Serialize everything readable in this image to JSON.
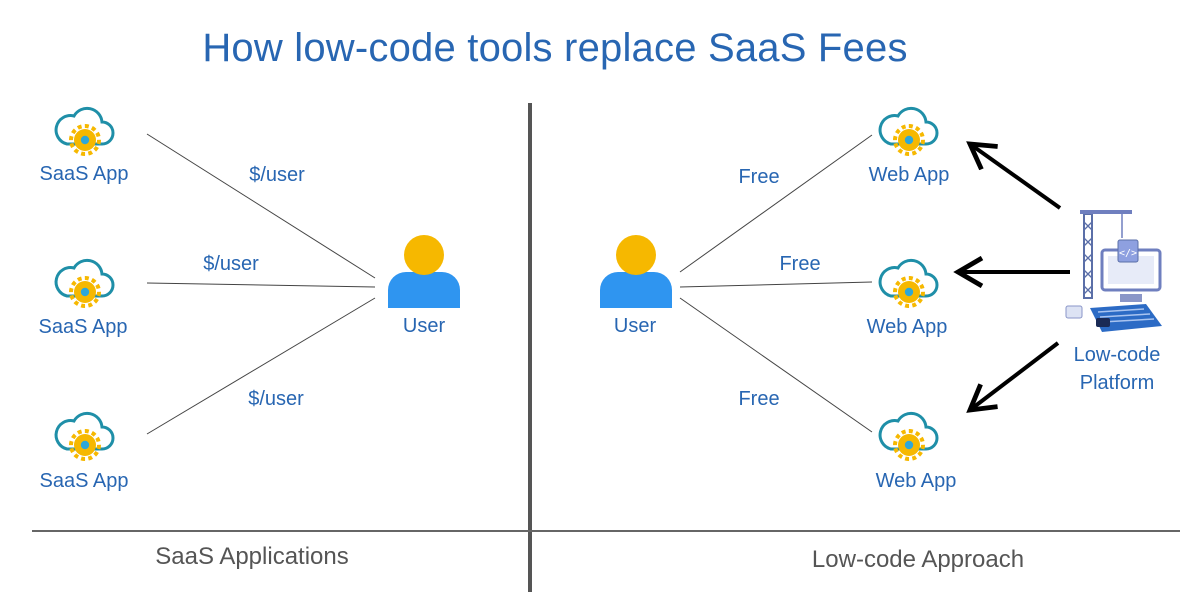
{
  "title": "How low-code tools replace SaaS Fees",
  "left": {
    "apps": [
      {
        "label": "SaaS App"
      },
      {
        "label": "SaaS App"
      },
      {
        "label": "SaaS App"
      }
    ],
    "edge_labels": [
      "$/user",
      "$/user",
      "$/user"
    ],
    "user_label": "User",
    "section_label": "SaaS Applications"
  },
  "right": {
    "user_label": "User",
    "edge_labels": [
      "Free",
      "Free",
      "Free"
    ],
    "apps": [
      {
        "label": "Web App"
      },
      {
        "label": "Web App"
      },
      {
        "label": "Web App"
      }
    ],
    "platform_label_line1": "Low-code",
    "platform_label_line2": "Platform",
    "section_label": "Low-code Approach"
  },
  "colors": {
    "title": "#2866b2",
    "label": "#2866b2",
    "cloud_stroke": "#1f8fa8",
    "gear": "#f6b800",
    "user_head": "#f6b800",
    "user_body": "#2f95f0",
    "divider": "#555555"
  },
  "icons": {
    "app": "cloud-gear-icon",
    "user": "user-icon",
    "platform": "low-code-platform-icon",
    "arrow": "arrow-icon"
  }
}
